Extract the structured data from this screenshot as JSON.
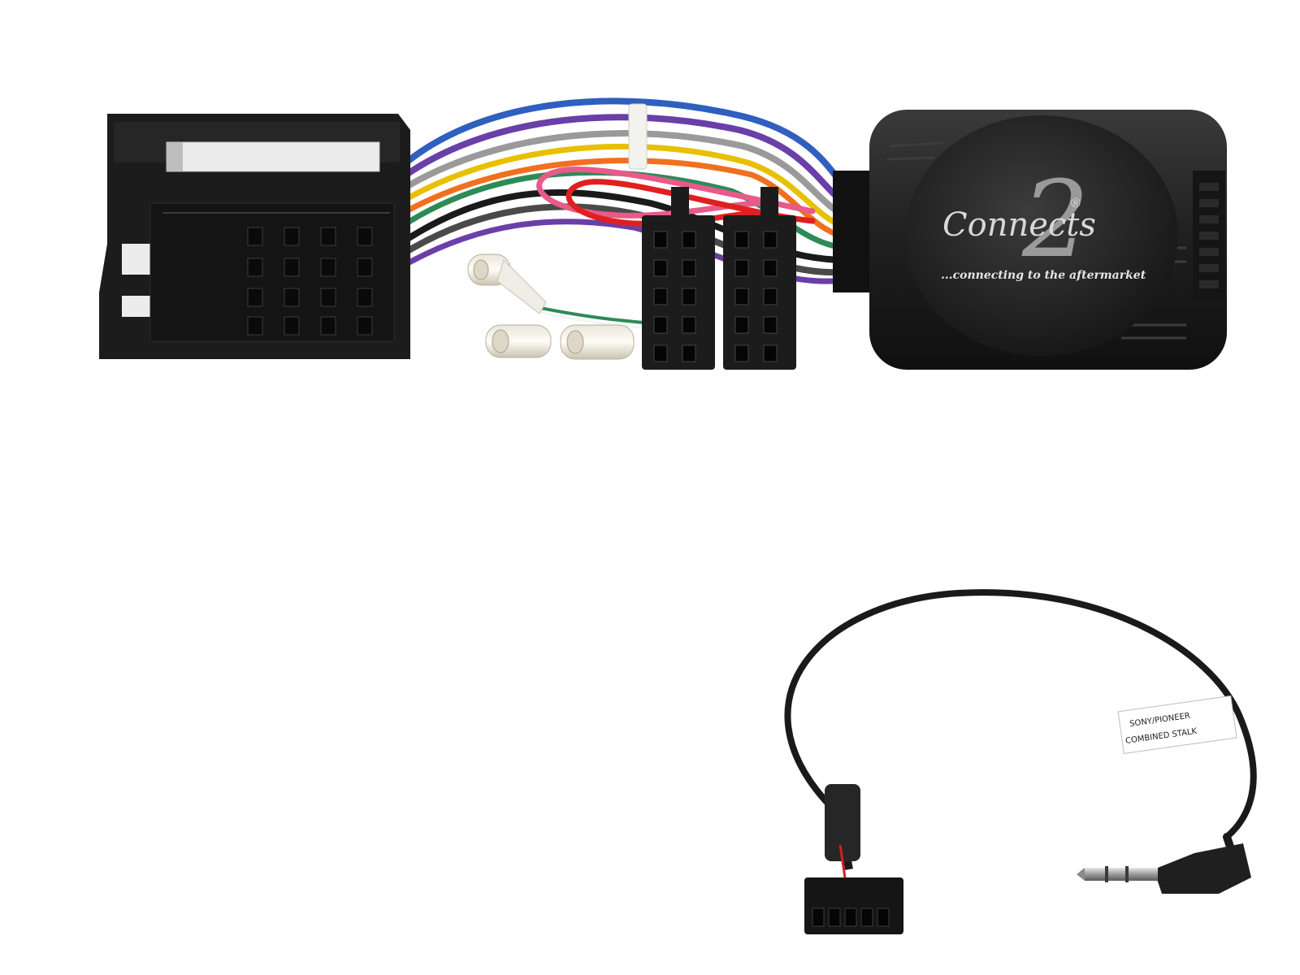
{
  "module": {
    "brand_digit": "2",
    "brand_word": "Connects",
    "registered_mark": "®",
    "tagline": "...connecting to the aftermarket"
  },
  "patch_lead": {
    "label_line1": "SONY/PIONEER",
    "label_line2": "COMBINED STALK"
  },
  "colors": {
    "background": "#ffffff",
    "plastic": "#1d1d1d",
    "wires": [
      "#2f5fbf",
      "#6a3fa8",
      "#f0a020",
      "#9a9a9a",
      "#1a1a1a",
      "#e8c000",
      "#e85a8a",
      "#e02020",
      "#f07020",
      "#2e8b57",
      "#ffffff"
    ]
  }
}
